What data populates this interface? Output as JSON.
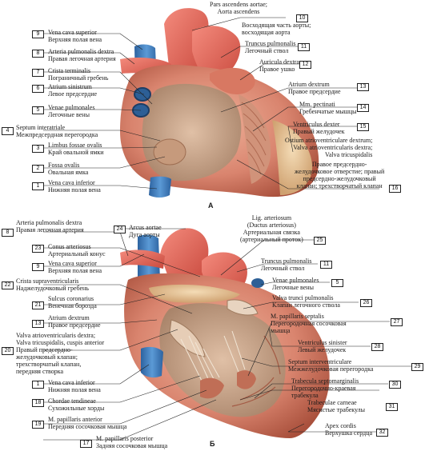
{
  "figure_a": {
    "letter": "А",
    "labels": [
      {
        "n": "10",
        "la": "Pars ascendens aortae;",
        "la2": "Aorta ascendens",
        "ru": "Восходящая часть аорты;",
        "ru2": "восходящая аорта"
      },
      {
        "n": "9",
        "la": "Vena cava superior",
        "ru": "Верхняя полая вена"
      },
      {
        "n": "11",
        "la": "Truncus pulmonalis",
        "ru": "Легочный ствол"
      },
      {
        "n": "8",
        "la": "Arteria pulmonalis dextra",
        "ru": "Правая легочная артерия"
      },
      {
        "n": "12",
        "la": "Auricula dextra",
        "ru": "Правое ушко"
      },
      {
        "n": "7",
        "la": "Crista terminalis",
        "ru": "Пограничный гребень"
      },
      {
        "n": "6",
        "la": "Atrium sinistrum",
        "ru": "Левое предсердие"
      },
      {
        "n": "13",
        "la": "Atrium dextrum",
        "ru": "Правое предсердие"
      },
      {
        "n": "5",
        "la": "Venae pulmonales",
        "ru": "Легочные вены"
      },
      {
        "n": "14",
        "la": "Mm. pectinati",
        "ru": "Гребенчатые мышцы"
      },
      {
        "n": "4",
        "la": "Septum interatriale",
        "ru": "Межпредсердная перегородка"
      },
      {
        "n": "15",
        "la": "Ventriculus dexter",
        "ru": "Правый желудочек"
      },
      {
        "n": "3",
        "la": "Limbus fossae ovalis",
        "ru": "Край овальной ямки"
      },
      {
        "n": "16",
        "la": "Ostium atrioventriculare dextrum;",
        "la2": "Valva atrioventricularis dextra;",
        "la3": "Valva tricuspidalis",
        "ru": "Правое предсердно-",
        "ru2": "желудочковое отверстие; правый",
        "ru3": "предсердно-желудочковый",
        "ru4": "клапан; трехстворчатый клапан"
      },
      {
        "n": "2",
        "la": "Fossa ovalis",
        "ru": "Овальная ямка"
      },
      {
        "n": "1",
        "la": "Vena cava inferior",
        "ru": "Нижняя полая вена"
      }
    ]
  },
  "figure_b": {
    "letter": "Б",
    "labels": [
      {
        "n": "8",
        "la": "Arteria pulmonalis dextra",
        "ru": "Правая легочная артерия"
      },
      {
        "n": "24",
        "la": "Arcus aortae",
        "ru": "Дуга аорты"
      },
      {
        "n": "25",
        "la": "Lig. arteriosum",
        "la2": "(Ductus arteriosus)",
        "ru": "Артериальная связка",
        "ru2": "(артериальный проток)"
      },
      {
        "n": "23",
        "la": "Conus arteriosus",
        "ru": "Артериальный конус"
      },
      {
        "n": "9",
        "la": "Vena cava superior",
        "ru": "Верхняя полая вена"
      },
      {
        "n": "11",
        "la": "Truncus pulmonalis",
        "ru": "Легочный ствол"
      },
      {
        "n": "22",
        "la": "Crista supraventricularis",
        "ru": "Наджелудочковый гребень"
      },
      {
        "n": "5",
        "la": "Venae pulmonales",
        "ru": "Легочные вены"
      },
      {
        "n": "21",
        "la": "Sulcus coronarius",
        "ru": "Венечная борозда"
      },
      {
        "n": "26",
        "la": "Valva trunci pulmonalis",
        "ru": "Клапан легочного ствола"
      },
      {
        "n": "13",
        "la": "Atrium dextrum",
        "ru": "Правое предсердие"
      },
      {
        "n": "27",
        "la": "M. papillaris septalis",
        "ru": "Перегородочная сосочковая",
        "ru2": "мышца"
      },
      {
        "n": "20",
        "la": "Valva atrioventricularis dextra;",
        "la2": "Valva tricuspidalis, cuspis anterior",
        "ru": "Правый предсердно-",
        "ru2": "желудочковый клапан;",
        "ru3": "трехстворчатый клапан,",
        "ru4": "передняя створка"
      },
      {
        "n": "28",
        "la": "Ventriculus sinister",
        "ru": "Левый желудочек"
      },
      {
        "n": "29",
        "la": "Septum interventriculare",
        "ru": "Межжелудочковая перегородка"
      },
      {
        "n": "1",
        "la": "Vena cava inferior",
        "ru": "Нижняя полая вена"
      },
      {
        "n": "30",
        "la": "Trabecula septomarginalis",
        "ru": "Перегородочно-краевая",
        "ru2": "трабекула"
      },
      {
        "n": "18",
        "la": "Chordae tendineae",
        "ru": "Сухожильные хорды"
      },
      {
        "n": "31",
        "la": "Trabeculae carneae",
        "ru": "Мясистые трабекулы"
      },
      {
        "n": "19",
        "la": "M. papillaris anterior",
        "ru": "Передняя сосочковая мышца"
      },
      {
        "n": "32",
        "la": "Apex cordis",
        "ru": "Верхушка сердца"
      },
      {
        "n": "17",
        "la": "M. papillaris posterior",
        "ru": "Задняя сосочковая мышца"
      }
    ]
  },
  "colors": {
    "muscle": "#d9846e",
    "muscle_dark": "#b8553f",
    "artery": "#e86a5c",
    "vein": "#3f7fc0",
    "fat": "#e8c79a",
    "cavity": "#c9a58a",
    "line": "#222222"
  }
}
